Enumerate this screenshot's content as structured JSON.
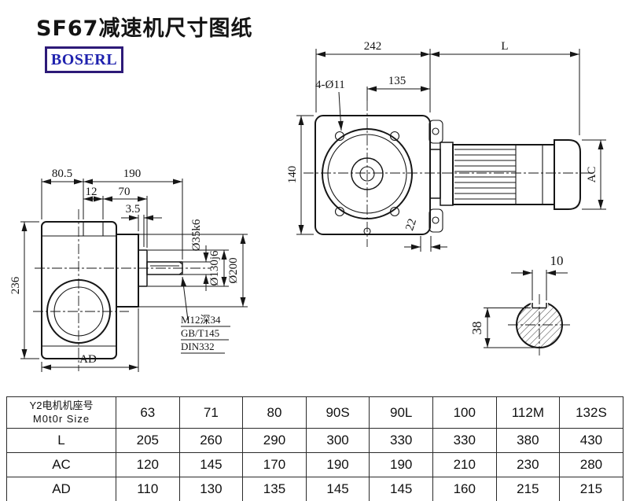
{
  "page": {
    "title": "SF67减速机尺寸图纸",
    "logo": "BOSERL"
  },
  "front_view": {
    "dim_242": "242",
    "dim_L": "L",
    "dim_4_o11": "4-Ø11",
    "dim_135": "135",
    "dim_140": "140",
    "dim_22": "22",
    "dim_AC": "AC"
  },
  "side_view": {
    "dim_80_5": "80.5",
    "dim_190": "190",
    "dim_12": "12",
    "dim_70": "70",
    "dim_3_5": "3.5",
    "dim_236": "236",
    "dim_AD": "AD",
    "dim_shaft": "Ø35k6",
    "dim_spigot": "Ø130j6",
    "dim_flange": "Ø200",
    "note_m12": "M12深34",
    "note_gb": "GB/T145",
    "note_din": "DIN332"
  },
  "shaft_view": {
    "dim_10": "10",
    "dim_38": "38"
  },
  "table": {
    "motor_size_label_cn": "Y2电机机座号",
    "motor_size_label_en": "M0t0r Size",
    "sizes": [
      "63",
      "71",
      "80",
      "90S",
      "90L",
      "100",
      "112M",
      "132S"
    ],
    "rows": [
      {
        "label": "L",
        "values": [
          "205",
          "260",
          "290",
          "300",
          "330",
          "330",
          "380",
          "430"
        ]
      },
      {
        "label": "AC",
        "values": [
          "120",
          "145",
          "170",
          "190",
          "190",
          "210",
          "230",
          "280"
        ]
      },
      {
        "label": "AD",
        "values": [
          "110",
          "130",
          "135",
          "145",
          "145",
          "160",
          "215",
          "215"
        ]
      }
    ]
  }
}
